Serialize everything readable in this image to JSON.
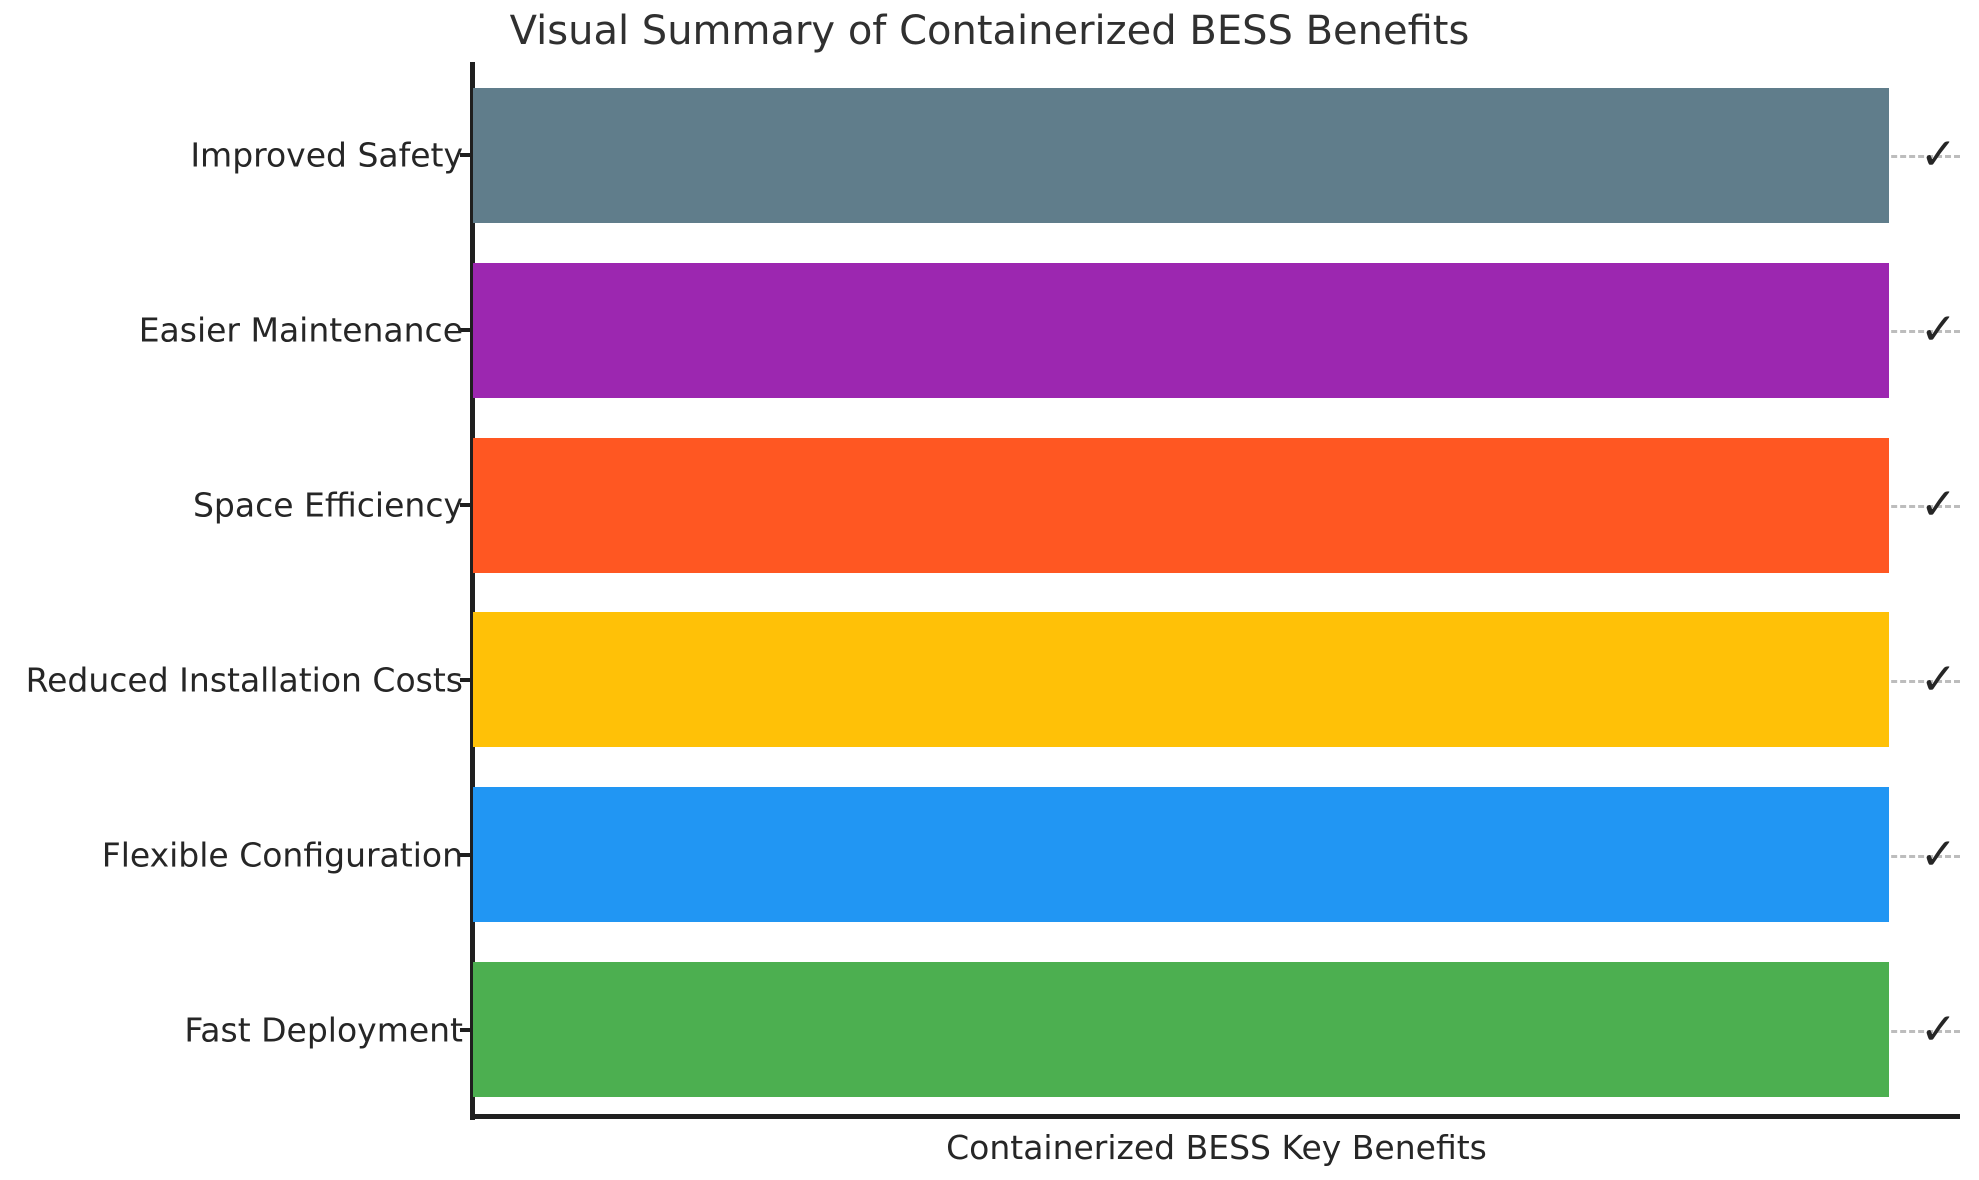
{
  "chart_data": {
    "type": "bar",
    "orientation": "horizontal",
    "title": "Visual Summary of Containerized BESS Benefits",
    "xlabel": "Containerized BESS Key Benefits",
    "ylabel": "",
    "categories": [
      "Fast Deployment",
      "Flexible Configuration",
      "Reduced Installation Costs",
      "Space Efficiency",
      "Easier Maintenance",
      "Improved Safety"
    ],
    "values": [
      1,
      1,
      1,
      1,
      1,
      1
    ],
    "xlim": [
      0,
      1.05
    ],
    "xticks": [],
    "grid": true,
    "grid_axis": "y",
    "grid_style": "dashed",
    "grid_color": "#bdbdbd",
    "legend": "none",
    "bar_colors": [
      "#4CAF50",
      "#2196F3",
      "#FFC107",
      "#FF5722",
      "#9C27B0",
      "#607D8B"
    ],
    "annotations": [
      "✓",
      "✓",
      "✓",
      "✓",
      "✓",
      "✓"
    ],
    "annotation_name": "check-mark",
    "background_color": "#ffffff",
    "text_color": "#262626",
    "title_color": "#303030",
    "bars": [
      {
        "label": "Improved Safety",
        "value": 1,
        "color": "#607D8B",
        "check": "✓"
      },
      {
        "label": "Easier Maintenance",
        "value": 1,
        "color": "#9C27B0",
        "check": "✓"
      },
      {
        "label": "Space Efficiency",
        "value": 1,
        "color": "#FF5722",
        "check": "✓"
      },
      {
        "label": "Reduced Installation Costs",
        "value": 1,
        "color": "#FFC107",
        "check": "✓"
      },
      {
        "label": "Flexible Configuration",
        "value": 1,
        "color": "#2196F3",
        "check": "✓"
      },
      {
        "label": "Fast Deployment",
        "value": 1,
        "color": "#4CAF50",
        "check": "✓"
      }
    ]
  }
}
